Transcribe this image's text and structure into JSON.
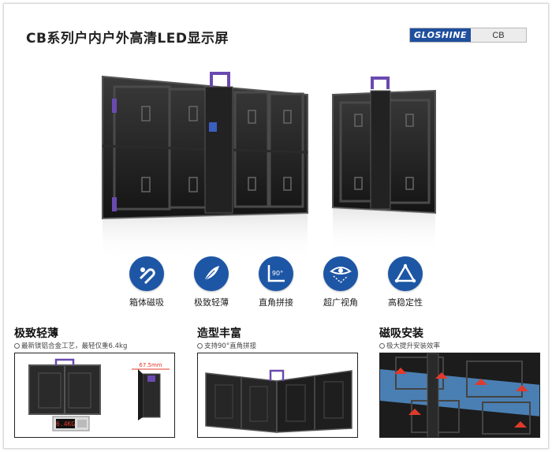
{
  "header": {
    "title": "CB系列户内户外高清LED显示屏",
    "brand_logo": "GLOSHINE",
    "brand_model": "CB"
  },
  "features": [
    {
      "label": "箱体磁吸",
      "icon": "magnet-icon"
    },
    {
      "label": "极致轻薄",
      "icon": "feather-icon"
    },
    {
      "label": "直角拼接",
      "icon": "right-angle-icon",
      "icon_text": "90°"
    },
    {
      "label": "超广视角",
      "icon": "eye-icon"
    },
    {
      "label": "高稳定性",
      "icon": "triangle-icon"
    }
  ],
  "panels": [
    {
      "title": "极致轻薄",
      "subtitle": "最新镁铝合金工艺，最轻仅重6.4kg",
      "dimension": "67.5mm",
      "scale_reading": "6.4KG"
    },
    {
      "title": "造型丰富",
      "subtitle": "支持90°直角拼接"
    },
    {
      "title": "磁吸安装",
      "subtitle": "极大提升安装效率"
    }
  ],
  "colors": {
    "accent": "#1d56a5",
    "brand_blue": "#1f4f9d",
    "highlight_blue": "#5aa0e6",
    "arrow_red": "#e03a2a",
    "handle_purple": "#6a4ab0"
  }
}
